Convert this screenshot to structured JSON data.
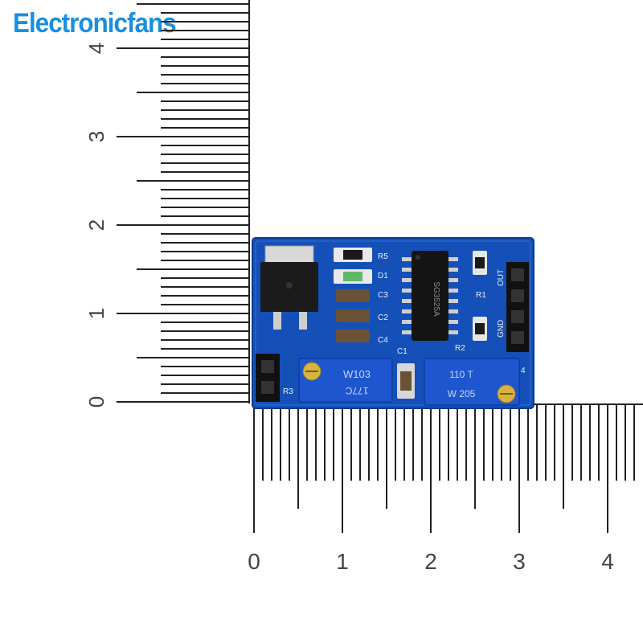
{
  "brand": {
    "text": "Electronicfans",
    "color": "#1a8fe0"
  },
  "ruler_vertical": {
    "labels": [
      "0",
      "1",
      "2",
      "3",
      "4"
    ]
  },
  "ruler_horizontal": {
    "labels": [
      "0",
      "1",
      "2",
      "3",
      "4"
    ]
  },
  "board": {
    "color": "#1550b8",
    "silkscreen": {
      "r5": "R5",
      "d1": "D1",
      "c3": "C3",
      "c2": "C2",
      "c4": "C4",
      "c1": "C1",
      "r1": "R1",
      "r2": "R2",
      "r3": "R3",
      "out": "OUT",
      "gnd": "GND",
      "pin4": "4"
    },
    "pot_left_marking": "W103",
    "pot_left_code": "177C",
    "pot_right_marking": "110 T",
    "pot_right_code": "W 205",
    "chip_marking": "SG3525A"
  }
}
